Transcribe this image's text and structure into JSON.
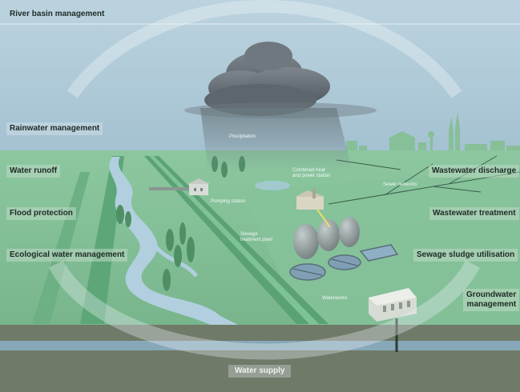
{
  "labels": {
    "river_basin": "River basin management",
    "rainwater": "Rainwater management",
    "water_runoff": "Water runoff",
    "flood_protection": "Flood protection",
    "ecological": "Ecological water management",
    "wastewater_discharge": "Wastewater discharge",
    "wastewater_treatment": "Wastewater treatment",
    "sewage_sludge": "Sewage sludge utilisation",
    "groundwater_line1": "Groundwater",
    "groundwater_line2": "management",
    "water_supply": "Water supply"
  },
  "small_labels": {
    "precipitation": "Precipitation",
    "chp_line1": "Combined heat",
    "chp_line2": "and power station",
    "sewer_networks": "Sewer networks",
    "pumping_station": "Pumping station",
    "sewage_plant_line1": "Sewage",
    "sewage_plant_line2": "treatment plant",
    "waterworks": "Waterworks"
  },
  "colors": {
    "sky": "#a9c6d5",
    "land": "#7dbb92",
    "land_dark": "#5ea679",
    "river": "#a7c7d8",
    "soil": "#6f7a68",
    "groundwater": "#8cb0c8",
    "building": "#d6dbd4",
    "tank": "#8d9898"
  }
}
